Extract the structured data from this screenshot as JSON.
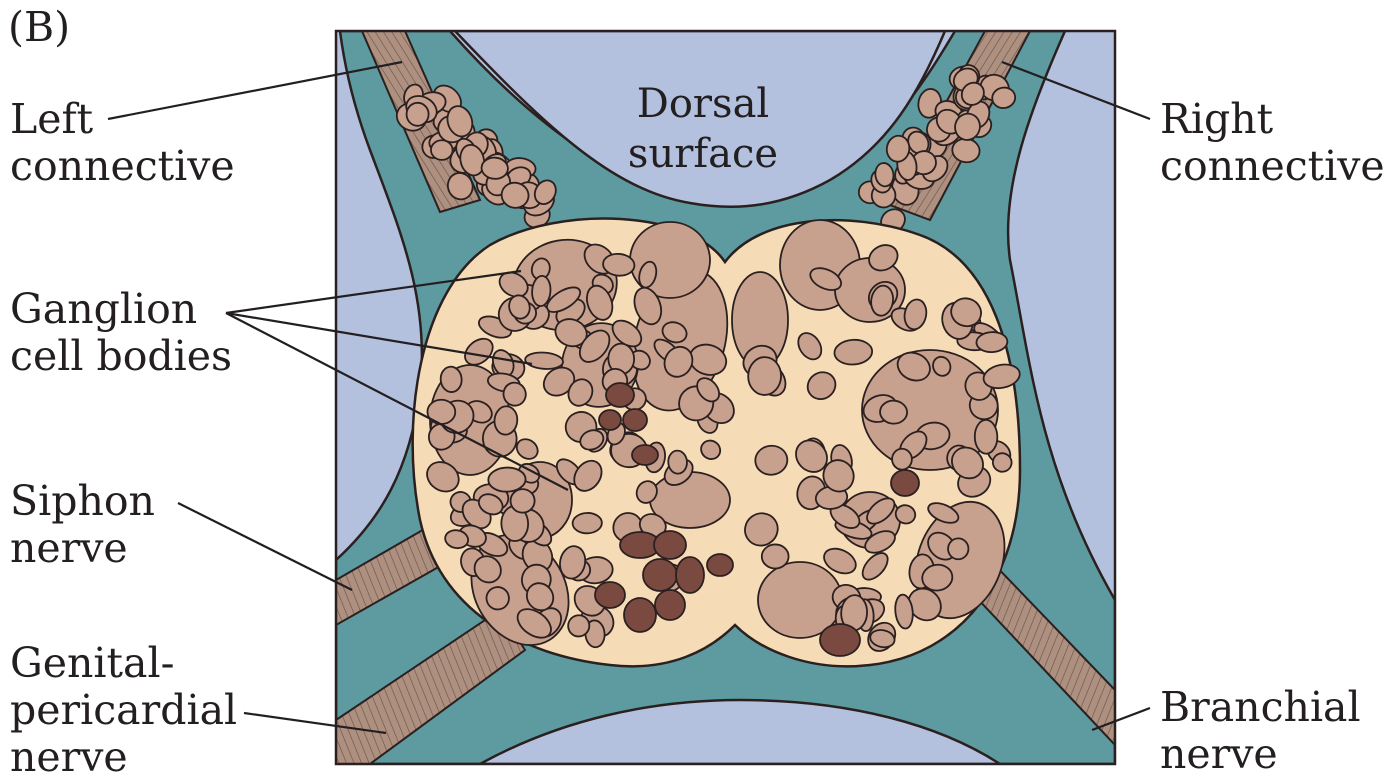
{
  "panel_letter": "(B)",
  "labels": {
    "left_connective": [
      "Left",
      "connective"
    ],
    "right_connective": [
      "Right",
      "connective"
    ],
    "ganglion_cell_bodies": [
      "Ganglion",
      "cell bodies"
    ],
    "siphon_nerve": [
      "Siphon",
      "nerve"
    ],
    "genital_pericardial_nerve": [
      "Genital-",
      "pericardial",
      "nerve"
    ],
    "branchial_nerve": [
      "Branchial",
      "nerve"
    ],
    "dorsal_surface": [
      "Dorsal",
      "surface"
    ]
  },
  "colors": {
    "background_tissue": "#b3c1de",
    "sheath": "#5d9ba0",
    "ganglion_fill": "#f6dcb6",
    "cell_body": "#c7a08e",
    "dark_cell_body": "#7a4a40",
    "nerve_bundle": "#ad9080",
    "outline": "#2b2020"
  }
}
